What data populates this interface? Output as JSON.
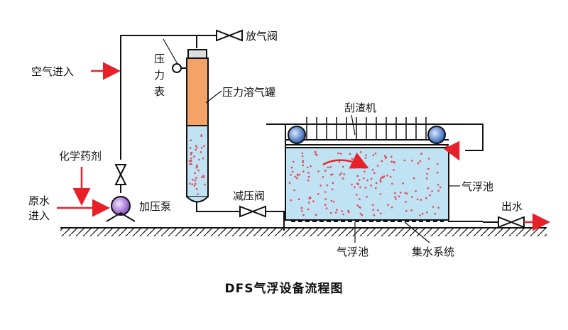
{
  "labels": {
    "air_inlet": "空气进入",
    "vent_valve": "放气阀",
    "pressure_gauge_1": "压",
    "pressure_gauge_2": "力",
    "pressure_gauge_3": "表",
    "dissolved_air_tank": "压力溶气罐",
    "skimmer": "刮渣机",
    "chemical": "化学药剂",
    "raw_water_1": "原水",
    "raw_water_2": "进入",
    "pressure_pump": "加压泵",
    "reducing_valve": "减压阀",
    "flotation_tank_right": "气浮池",
    "outlet": "出水",
    "flotation_tank_bottom": "气浮池",
    "collection_system": "集水系统"
  },
  "caption": "DFS气浮设备流程图",
  "colors": {
    "pipe": "#111111",
    "arrow": "#e8202a",
    "tank_fill": "#f4a266",
    "water": "#bfe3f2",
    "bubble": "#e8455a",
    "pump": "#b07ad8",
    "roller": "#4a7fd0"
  }
}
